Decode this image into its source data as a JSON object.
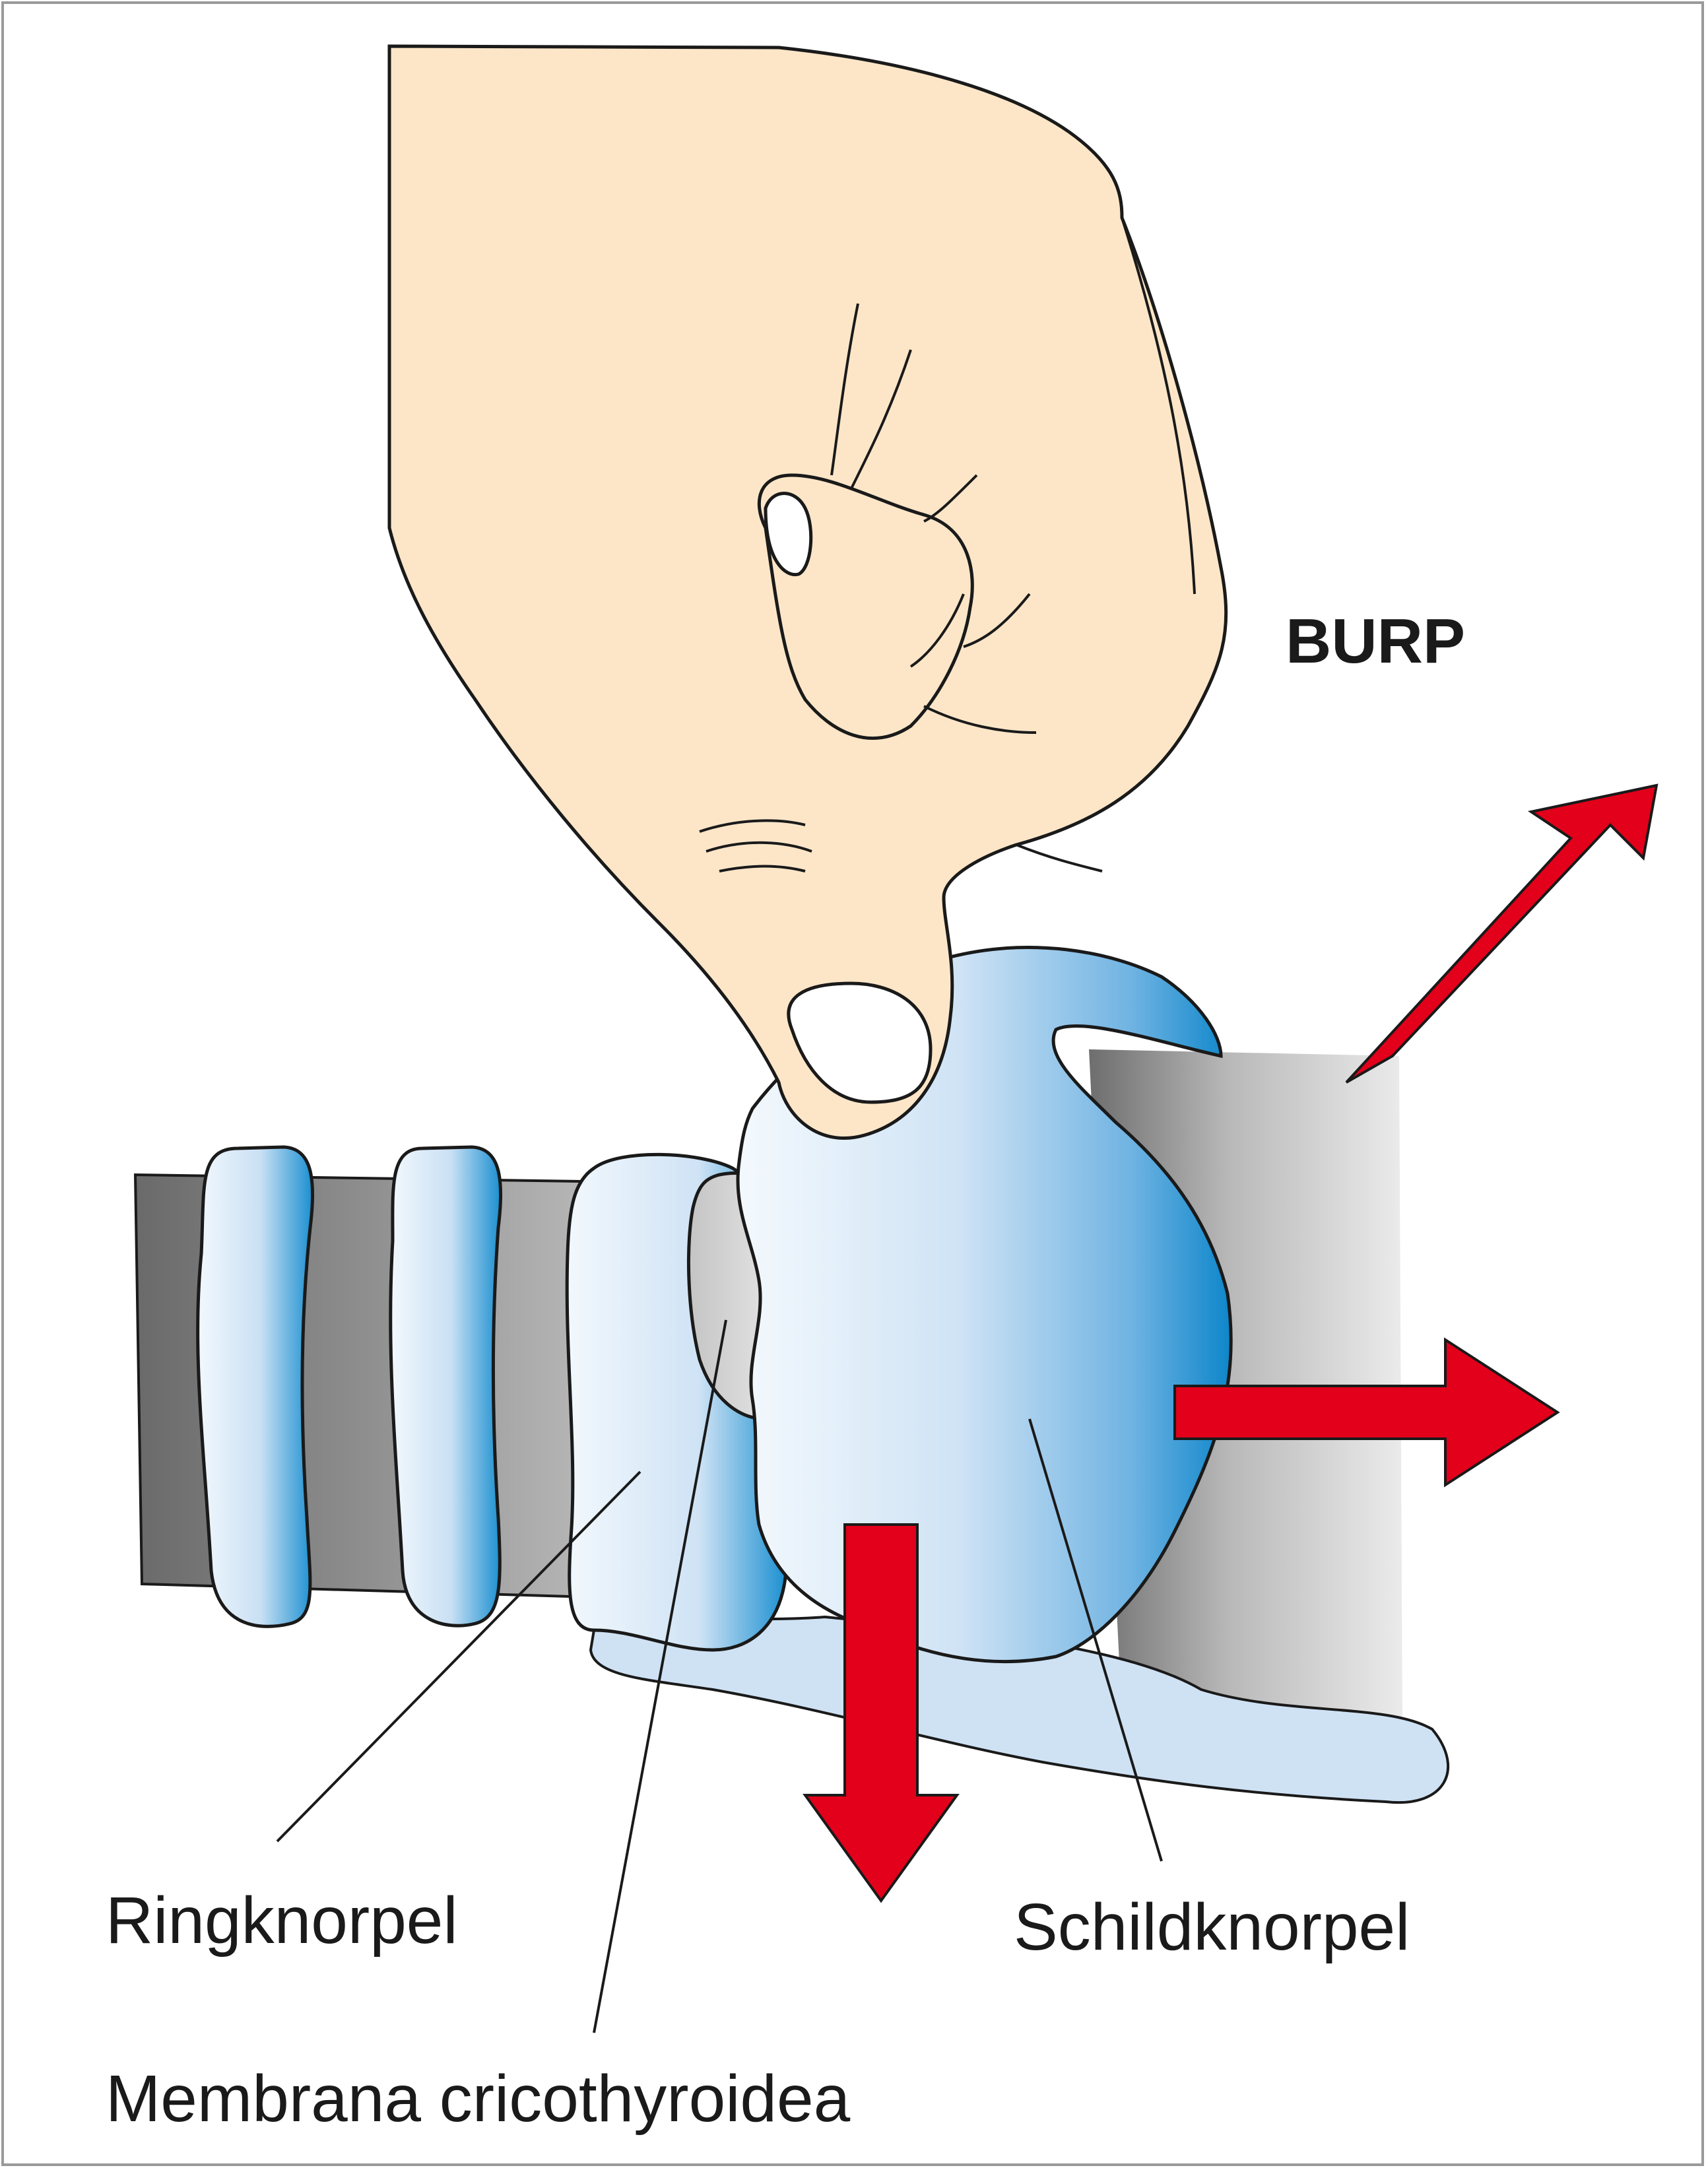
{
  "title": "BURP",
  "labels": {
    "ringknorpel": "Ringknorpel",
    "schildknorpel": "Schildknorpel",
    "membrana": "Membrana cricothyroidea"
  },
  "colors": {
    "skin": "#fde6c8",
    "outline": "#1a1a1a",
    "cartilage_light": "#eef5fc",
    "cartilage_mid": "#a9cdee",
    "cartilage_dark": "#1188cc",
    "arrow_red": "#e2001a",
    "trachea_dark": "#6a6a6a",
    "trachea_light": "#e4e4e4"
  },
  "icons": {
    "hand": "hand-pressing-icon",
    "arrow_up_right": "arrow-up-right-icon",
    "arrow_right": "arrow-right-icon",
    "arrow_down": "arrow-down-icon"
  }
}
